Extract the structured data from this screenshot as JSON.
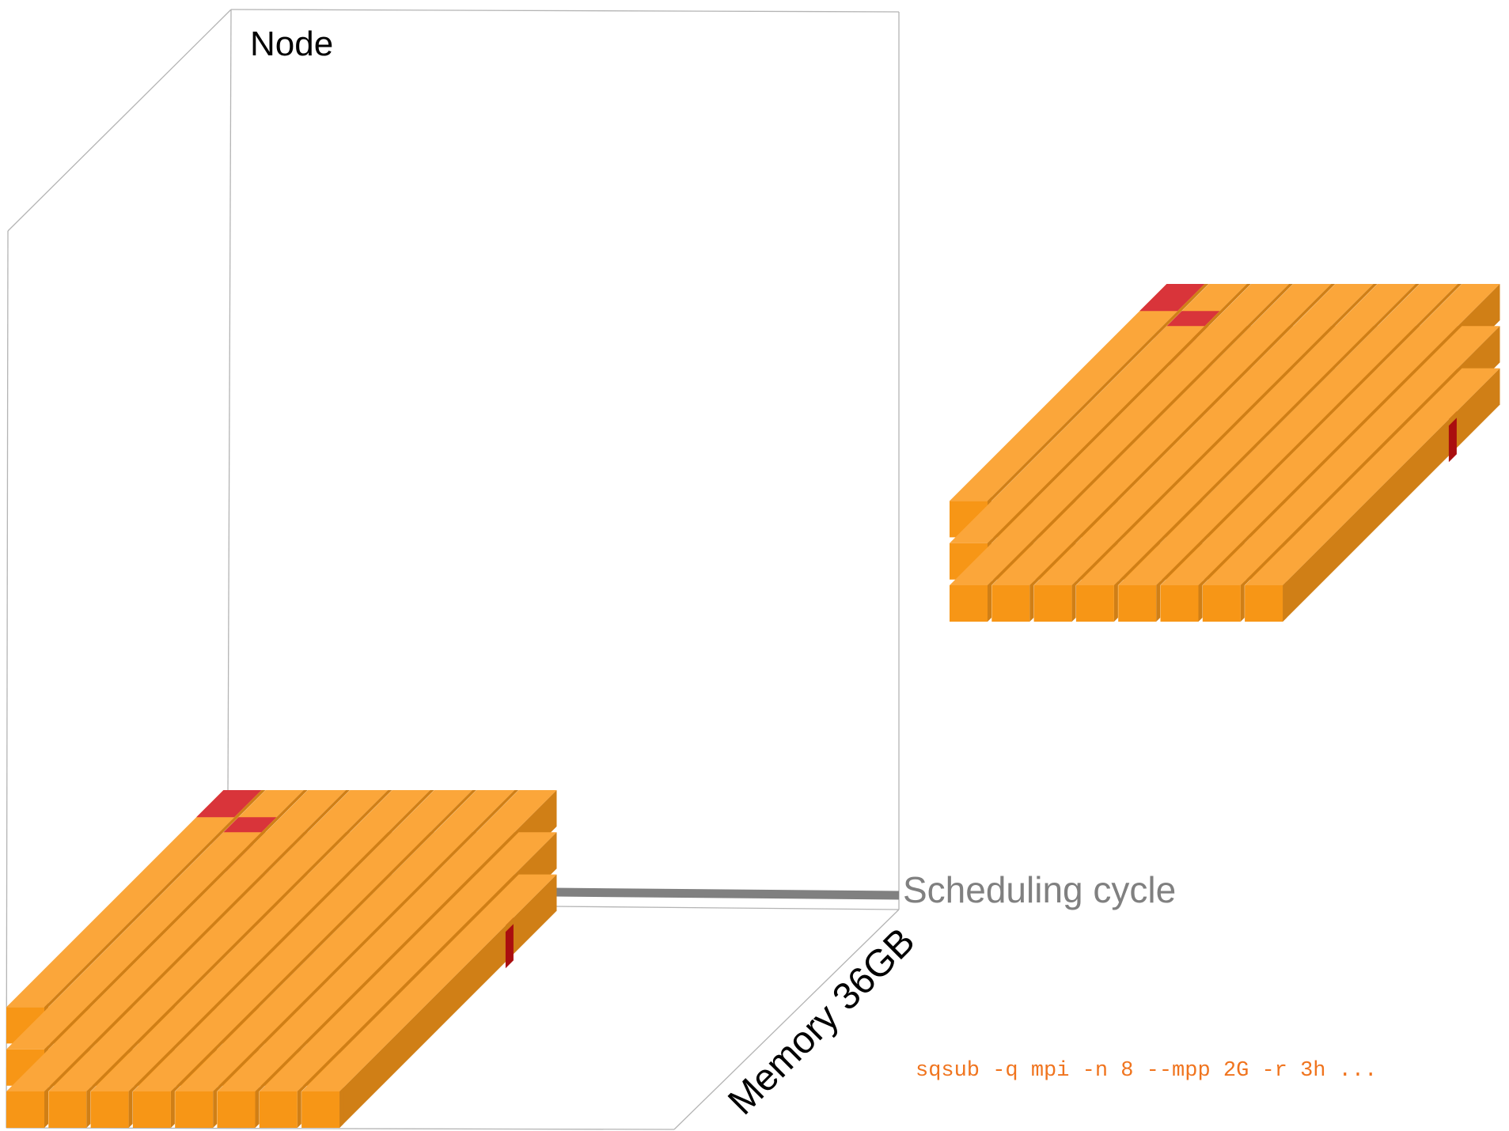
{
  "node": {
    "label": "Node"
  },
  "axis": {
    "memory_label": "Memory 36GB",
    "cycle_label": "Scheduling cycle"
  },
  "command": {
    "text": "sqsub -q mpi -n 8 --mpp 2G -r 3h ..."
  },
  "grid": {
    "columns": 8,
    "layers": 3,
    "depth_units": 8
  },
  "colors": {
    "block_front": "#f79616",
    "block_top": "#fba63a",
    "block_side": "#d07f16",
    "job_top": "#d9343a",
    "job_side": "#aa0e0f",
    "cycle_bar": "#808080",
    "outline": "#b4b4b4",
    "command_text": "#f0741e",
    "cycle_text": "#808080"
  }
}
